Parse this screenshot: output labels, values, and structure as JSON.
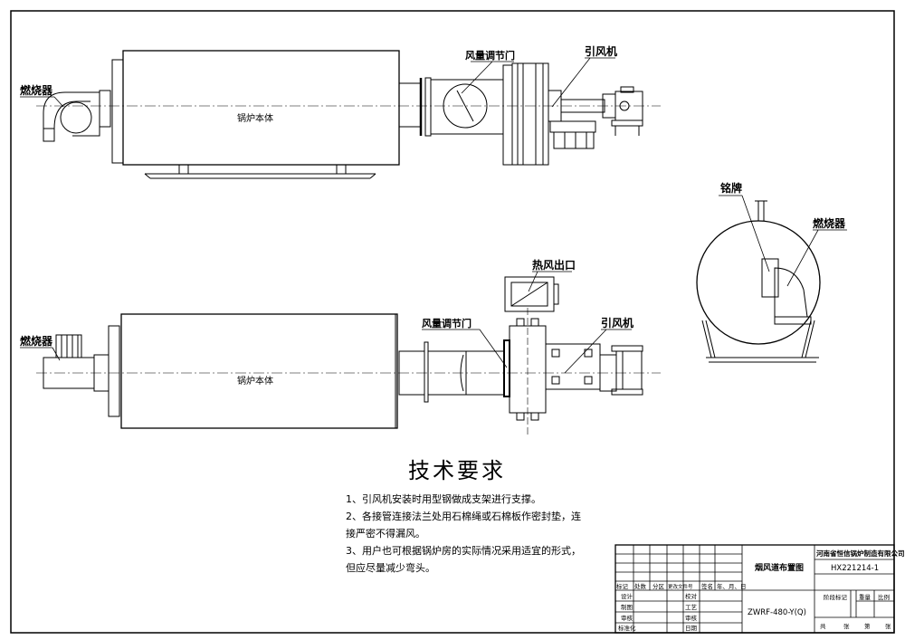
{
  "labels": {
    "burner": "燃烧器",
    "boiler_body": "锅炉本体",
    "damper": "风量调节门",
    "fan": "引风机",
    "hot_air_outlet": "热风出口",
    "nameplate": "铭牌"
  },
  "notes": {
    "title": "技术要求",
    "items": [
      "1、引风机安装时用型钢做成支架进行支撑。",
      "2、各接管连接法兰处用石棉绳或石棉板作密封垫，连接严密不得漏风。",
      "3、用户也可根据锅炉房的实际情况采用适宜的形式，但应尽量减少弯头。"
    ]
  },
  "title_block": {
    "drawing_name": "烟风道布置图",
    "company": "河南省恒信锅炉制造有限公司",
    "drawing_no": "HX221214-1",
    "model": "ZWRF-480-Y(Q)",
    "rev_headers": [
      "标记",
      "处数",
      "分区",
      "更改文件号",
      "签名",
      "年、月、日"
    ],
    "row_design": "设计",
    "row_draw": "制图",
    "row_review": "审核",
    "row_std": "标准化",
    "proof": "校对",
    "craft": "工艺",
    "review2": "审核",
    "date": "日期",
    "stage_mark": "阶段标记",
    "weight": "重量",
    "scale": "比例",
    "total": "共",
    "sheets": "张",
    "page": "第",
    "sheet2": "张"
  }
}
